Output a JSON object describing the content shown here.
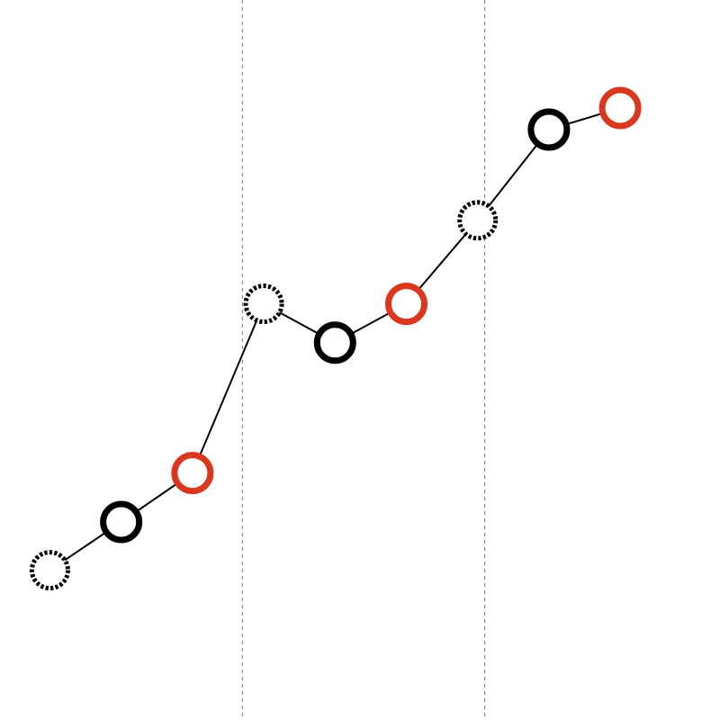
{
  "chart_data": {
    "type": "line",
    "title": "",
    "xlabel": "",
    "ylabel": "",
    "grid": false,
    "x": [
      1,
      2,
      3,
      4,
      5,
      6,
      7,
      8,
      9
    ],
    "y": [
      0.58,
      1.25,
      1.93,
      4.28,
      3.74,
      4.28,
      5.44,
      6.7,
      7.0
    ],
    "point_styles": [
      "dashed",
      "black",
      "orange",
      "dashed",
      "black",
      "orange",
      "dashed",
      "black",
      "orange"
    ],
    "xlim": [
      0.3,
      10.4
    ],
    "ylim": [
      -1.5,
      8.5
    ],
    "vertical_dividers_x": [
      3.7,
      7.1
    ]
  },
  "colors": {
    "background": "#ffffff",
    "line": "#000000",
    "black_marker": "#000000",
    "orange_marker": "#d9381e",
    "divider": "#777777"
  }
}
